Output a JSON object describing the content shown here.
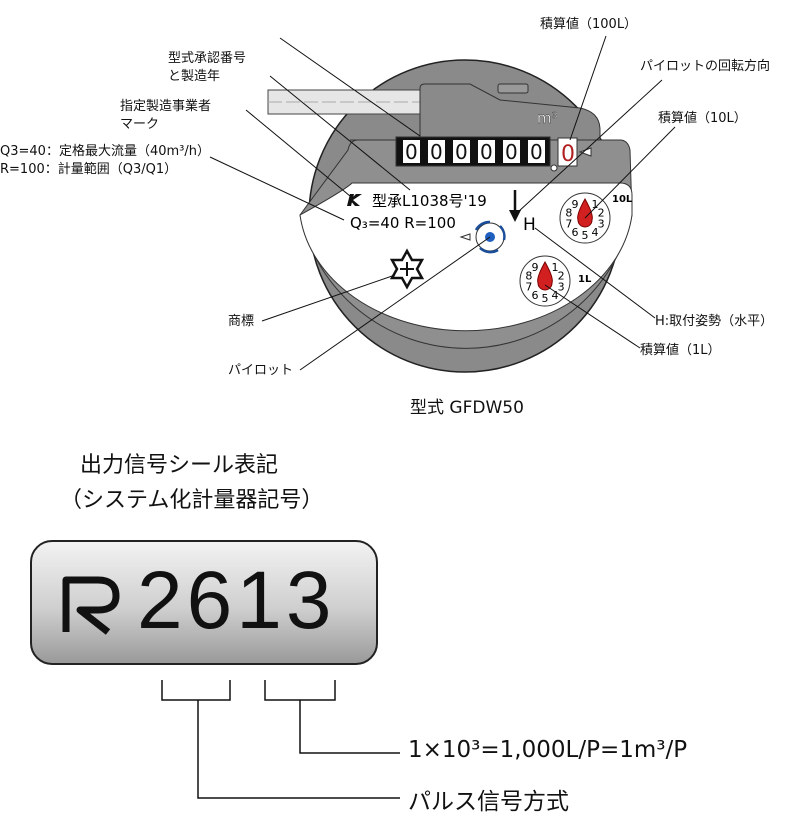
{
  "labels": {
    "approval_no_1": "型式承認番号",
    "approval_no_2": "と製造年",
    "maker_mark_1": "指定製造事業者",
    "maker_mark_2": "マーク",
    "q3": "Q3=40：定格最大流量（40m³/h）",
    "r": "R=100：計量範囲（Q3/Q1）",
    "total_100l": "積算値（100L）",
    "pilot_direction": "パイロットの回転方向",
    "total_10l": "積算値（10L）",
    "trademark": "商標",
    "pilot": "パイロット",
    "orientation": "H:取付姿勢（水平）",
    "total_1l": "積算値（1L）"
  },
  "meter": {
    "unit": "m³",
    "counter_digits": [
      "0",
      "0",
      "0",
      "0",
      "0",
      "0"
    ],
    "red_digit": "0",
    "approval_text": "型承L1038号'19",
    "spec_text": "Q₃=40 R=100",
    "orientation_mark": "H",
    "dial_10l": "10L",
    "dial_1l": "1L",
    "dial_numbers": [
      "1",
      "2",
      "3",
      "4",
      "5",
      "6",
      "7",
      "8",
      "9"
    ]
  },
  "model": "型式 GFDW50",
  "seal_section": {
    "title_1": "出力信号シール表記",
    "title_2": "（システム化計量器記号）",
    "code": "2613",
    "explain_pulse_value": "1×10³=1,000L/P=1m³/P",
    "explain_pulse_type": "パルス信号方式"
  }
}
